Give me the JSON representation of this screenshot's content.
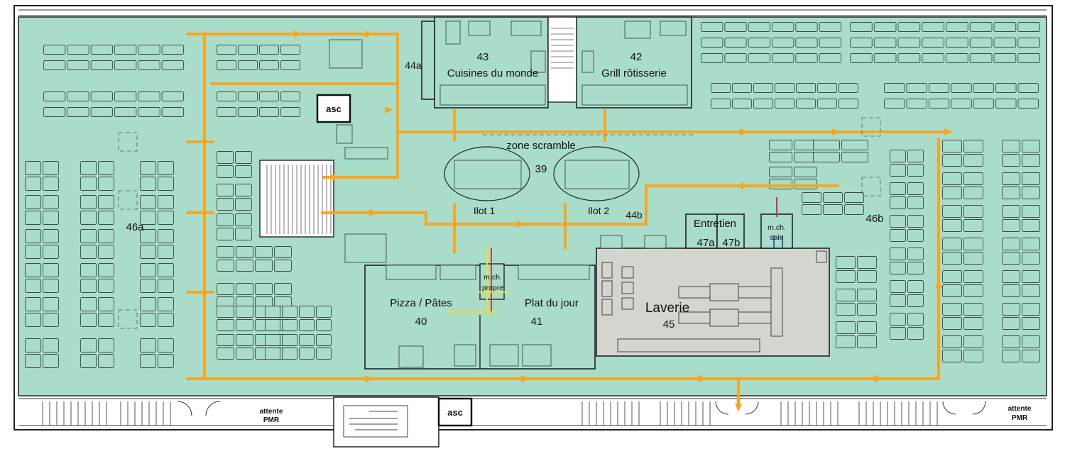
{
  "plan": {
    "colors": {
      "floor": "#a9dcc9",
      "laverie": "#d3d6cf",
      "circulation": "#f5a623",
      "walls": "#222222"
    },
    "rooms": [
      {
        "id": "r43",
        "number": "43",
        "name": "Cuisines du monde"
      },
      {
        "id": "r42",
        "number": "42",
        "name": "Grill rôtisserie"
      },
      {
        "id": "r44a",
        "number": "44a"
      },
      {
        "id": "r39",
        "number": "39",
        "name": "zone scramble"
      },
      {
        "id": "ilot1",
        "name": "Ilot 1"
      },
      {
        "id": "ilot2",
        "name": "Ilot 2"
      },
      {
        "id": "r44b",
        "number": "44b"
      },
      {
        "id": "r46a",
        "number": "46a"
      },
      {
        "id": "r46b",
        "number": "46b"
      },
      {
        "id": "r40",
        "number": "40",
        "name": "Pizza / Pâtes"
      },
      {
        "id": "r41",
        "number": "41",
        "name": "Plat du jour"
      },
      {
        "id": "r45",
        "number": "45",
        "name": "Laverie"
      },
      {
        "id": "r47",
        "name": "Entretien",
        "sub": [
          "47a",
          "47b"
        ]
      }
    ],
    "labels": {
      "asc": "asc",
      "mch_propre": [
        "m.ch.",
        "propre"
      ],
      "mch_sale": [
        "m.ch.",
        "sale"
      ],
      "attente": [
        "attente",
        "PMR"
      ]
    }
  }
}
